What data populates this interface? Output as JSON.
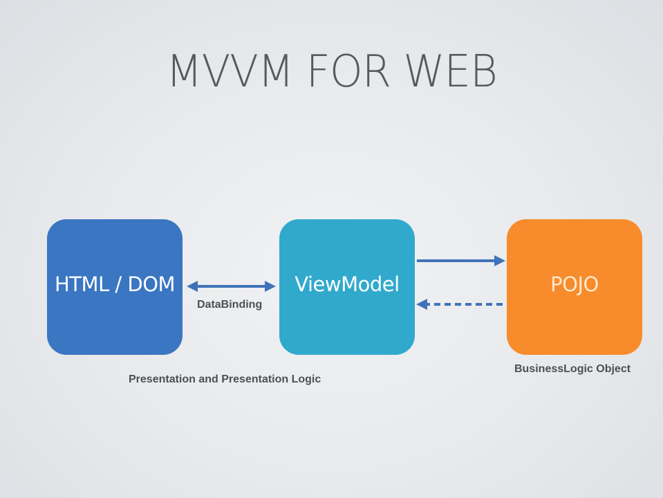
{
  "slide": {
    "title": "MVVM FOR WEB"
  },
  "diagram": {
    "nodes": [
      {
        "id": "html-dom",
        "label": "HTML / DOM",
        "color": "#3a76c2"
      },
      {
        "id": "viewmodel",
        "label": "ViewModel",
        "color": "#31a9cd"
      },
      {
        "id": "pojo",
        "label": "POJO",
        "color": "#f88b2b"
      }
    ],
    "edges": [
      {
        "from": "html-dom",
        "to": "viewmodel",
        "style": "solid",
        "direction": "bidirectional",
        "label": "DataBinding"
      },
      {
        "from": "viewmodel",
        "to": "pojo",
        "style": "solid",
        "direction": "forward"
      },
      {
        "from": "pojo",
        "to": "viewmodel",
        "style": "dashed",
        "direction": "forward"
      }
    ],
    "arrow_color": "#3f73b8",
    "annotations": {
      "databinding": "DataBinding",
      "presentation": "Presentation and Presentation Logic",
      "business": "BusinessLogic Object"
    }
  }
}
